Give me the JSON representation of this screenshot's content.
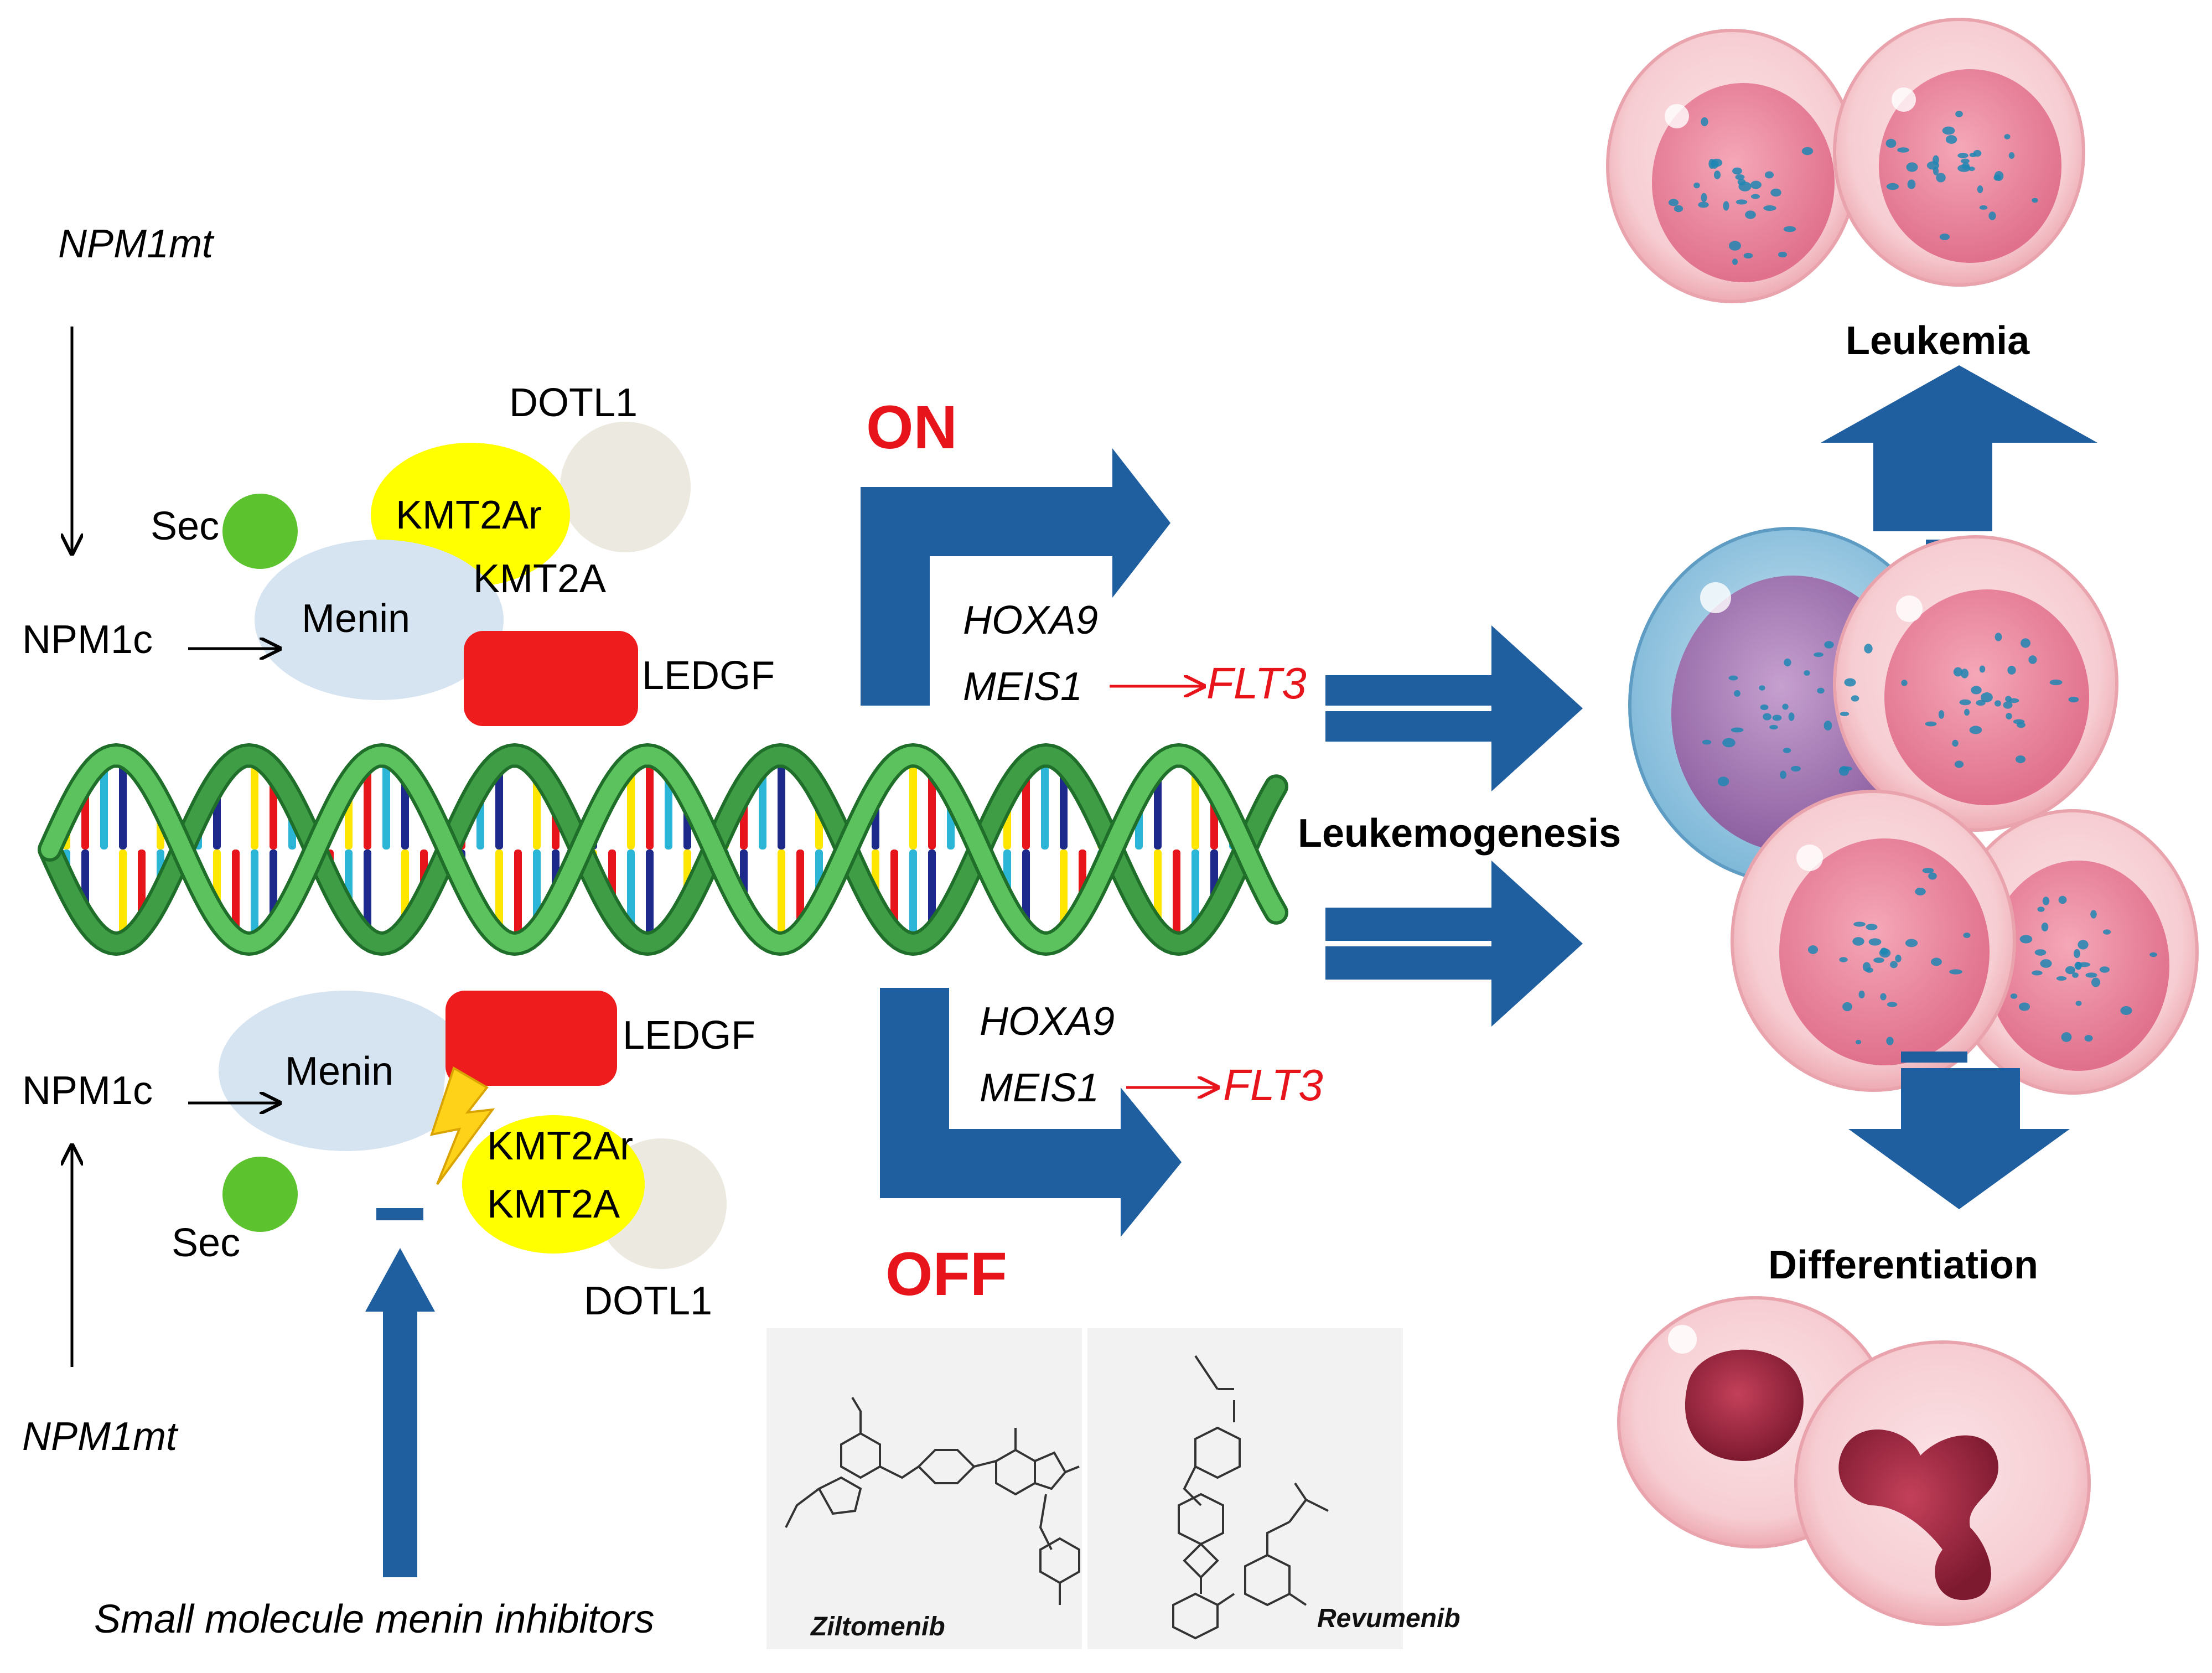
{
  "top": {
    "mutation": "NPM1mt",
    "npm1c": "NPM1c",
    "sec": "Sec",
    "menin": "Menin",
    "kmt2ar": "KMT2Ar",
    "kmt2a": "KMT2A",
    "dotl1": "DOTL1",
    "ledgf": "LEDGF"
  },
  "bottom": {
    "mutation": "NPM1mt",
    "npm1c": "NPM1c",
    "sec": "Sec",
    "menin": "Menin",
    "kmt2ar": "KMT2Ar",
    "kmt2a": "KMT2A",
    "dotl1": "DOTL1",
    "ledgf": "LEDGF",
    "inhibitors": "Small molecule menin inhibitors"
  },
  "genes_on": {
    "state": "ON",
    "hoxa9": "HOXA9",
    "meis1": "MEIS1",
    "flt3": "FLT3"
  },
  "genes_off": {
    "state": "OFF",
    "hoxa9": "HOXA9",
    "meis1": "MEIS1",
    "flt3": "FLT3"
  },
  "outcomes": {
    "leukemogenesis": "Leukemogenesis",
    "leukemia": "Leukemia",
    "differentiation": "Differentiation"
  },
  "drugs": {
    "drug1": "Ziltomenib",
    "drug2": "Revumenib"
  },
  "colors": {
    "arrow_blue": "#1f5fa0",
    "on_off_red": "#e8141c",
    "ledgf_red": "#ee1c1c",
    "kmt2a_yellow": "#ffff00",
    "menin_blue": "#d6e3f1",
    "sec_green": "#5cc22e",
    "dotl1_grey": "#ece9e0",
    "dna_green": "#4caf50"
  }
}
